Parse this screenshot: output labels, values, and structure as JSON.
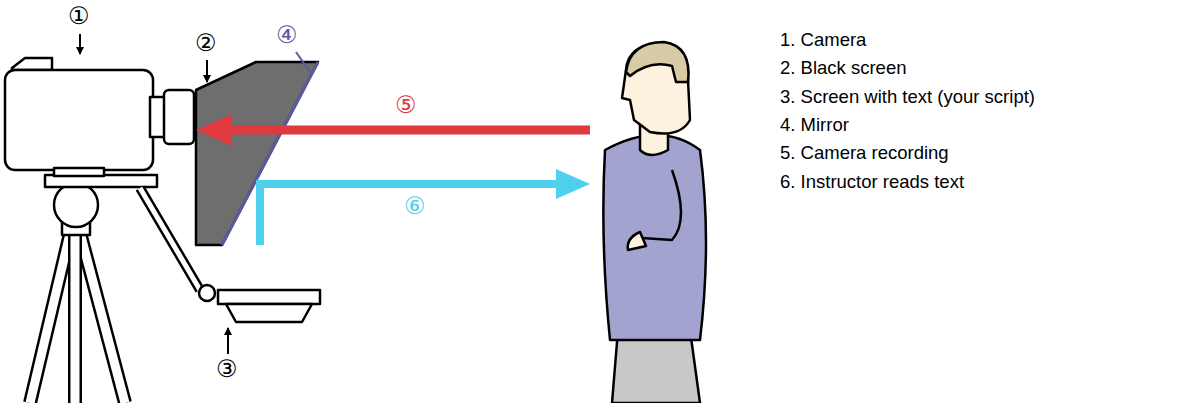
{
  "diagram": {
    "labels": [
      "①",
      "②",
      "③",
      "④",
      "⑤",
      "⑥",
      "1. Camera",
      "2. Black screen",
      "3. Screen with text (your script)",
      "4. Mirror",
      "5. Camera recording",
      "6. Instructor reads text"
    ]
  }
}
